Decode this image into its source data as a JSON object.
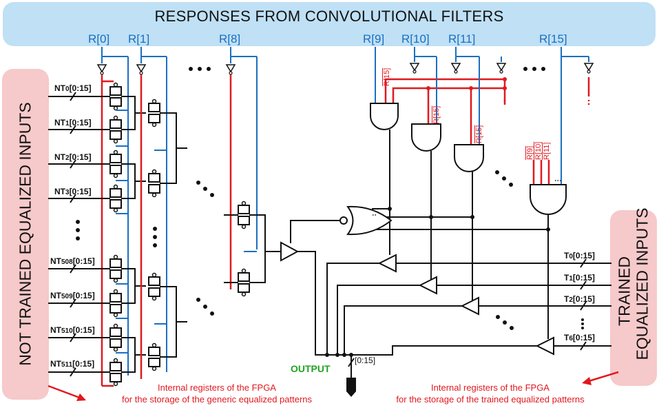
{
  "banner": {
    "title": "RESPONSES FROM CONVOLUTIONAL FILTERS"
  },
  "left_panel": {
    "title": "NOT TRAINED EQUALIZED INPUTS"
  },
  "right_panel": {
    "line1": "TRAINED",
    "line2": "EQUALIZED INPUTS"
  },
  "responses": [
    "R[0]",
    "R[1]",
    "R[8]",
    "R[9]",
    "R[10]",
    "R[11]",
    "R[15]"
  ],
  "not_trained_inputs": [
    {
      "prefix": "NT",
      "sub": "0",
      "range": "[0:15]"
    },
    {
      "prefix": "NT",
      "sub": "1",
      "range": "[0:15]"
    },
    {
      "prefix": "NT",
      "sub": "2",
      "range": "[0:15]"
    },
    {
      "prefix": "NT",
      "sub": "3",
      "range": "[0:15]"
    },
    {
      "prefix": "NT",
      "sub": "508",
      "range": "[0:15]"
    },
    {
      "prefix": "NT",
      "sub": "509",
      "range": "[0:15]"
    },
    {
      "prefix": "NT",
      "sub": "510",
      "range": "[0:15]"
    },
    {
      "prefix": "NT",
      "sub": "511",
      "range": "[0:15]"
    }
  ],
  "trained_inputs": [
    {
      "prefix": "T",
      "sub": "0",
      "range": "[0:15]"
    },
    {
      "prefix": "T",
      "sub": "1",
      "range": "[0:15]"
    },
    {
      "prefix": "T",
      "sub": "2",
      "range": "[0:15]"
    },
    {
      "prefix": "T",
      "sub": "6",
      "range": "[0:15]"
    }
  ],
  "gate_labels": {
    "g1": "R[15]",
    "g2": "R[15]",
    "g3": "R[15]",
    "g4a": "R[9]",
    "g4b": "R[10]",
    "g4c": "R[11]"
  },
  "output": {
    "label": "OUTPUT",
    "bus": "[0:15]"
  },
  "notes": {
    "left_line1": "Internal registers of the FPGA",
    "left_line2": "for the storage of the generic equalized patterns",
    "right_line1": "Internal registers of the FPGA",
    "right_line2": "for the storage of the trained equalized patterns"
  },
  "colors": {
    "blue": "#1a6fc0",
    "red": "#e0191f",
    "black": "#111111",
    "green": "#21a321",
    "banner": "#bfe0f5",
    "panel": "#f6c9ca"
  }
}
